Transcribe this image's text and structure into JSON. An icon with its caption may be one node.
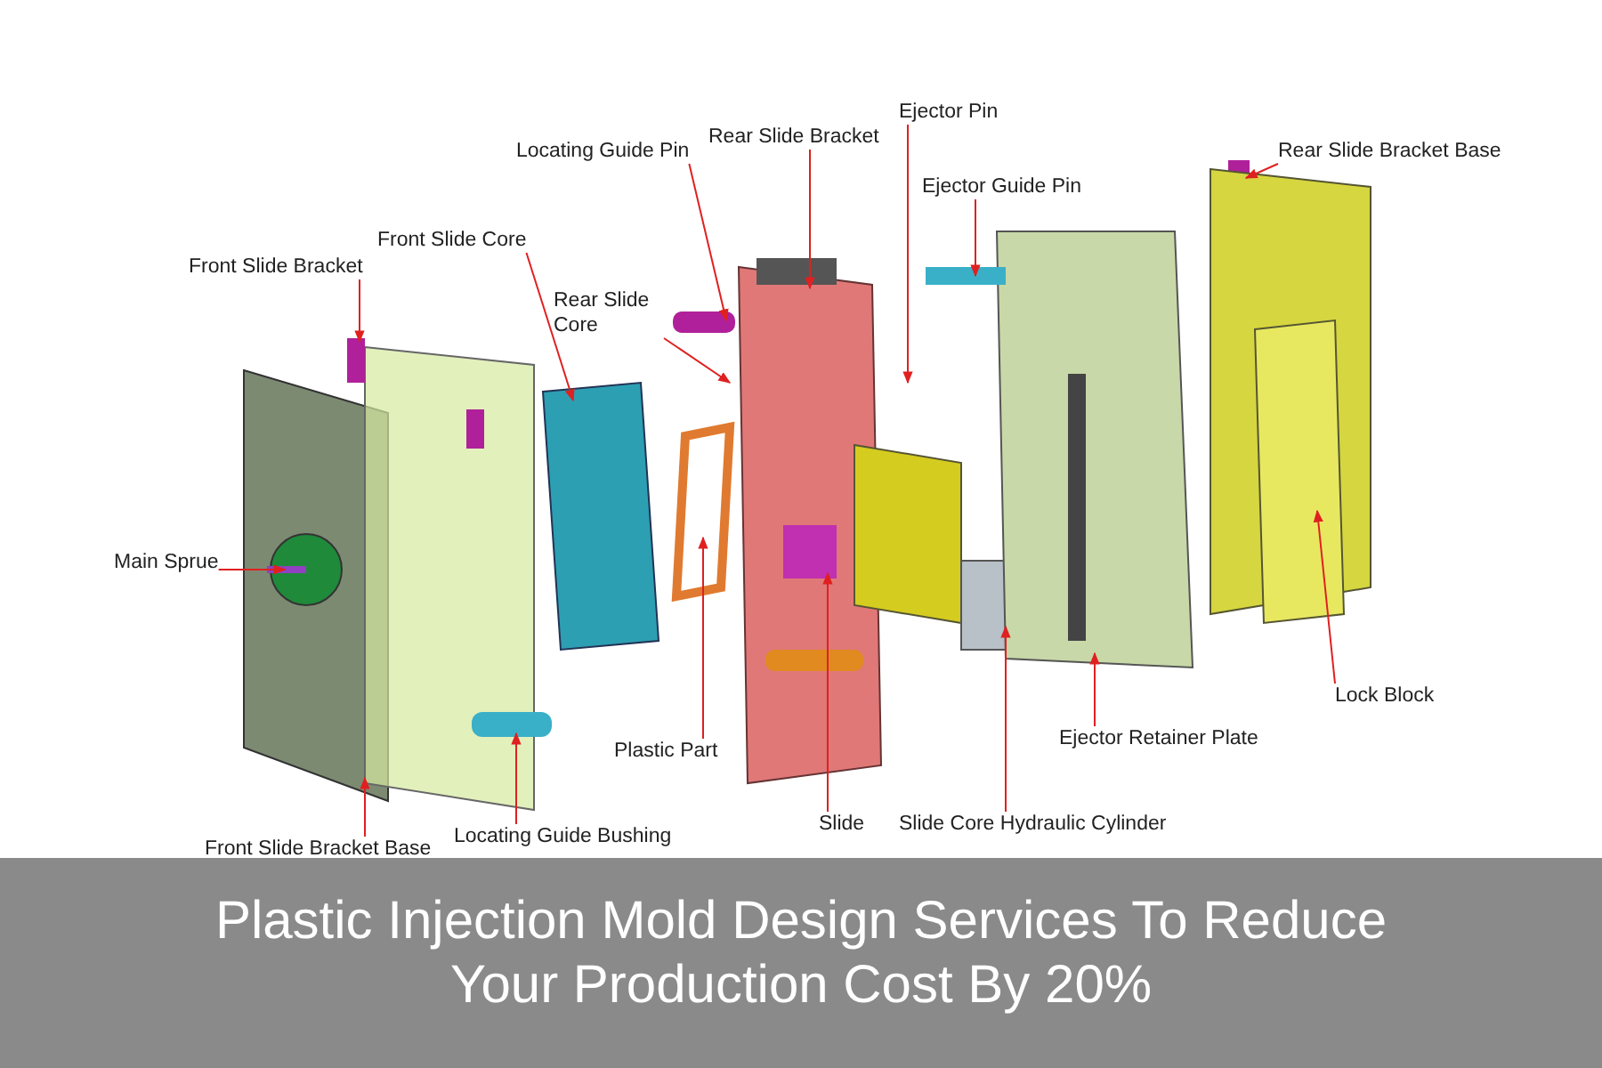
{
  "diagram": {
    "caption": "Plastic Injection Mold Design Services To Reduce Your Production Cost By 20%",
    "nodes": [
      {
        "text": [
          "Locating Guide Pin"
        ]
      },
      {
        "text": [
          "Rear Slide Bracket"
        ]
      },
      {
        "text": [
          "Ejector Pin"
        ]
      },
      {
        "text": [
          "Ejector Guide Pin"
        ]
      },
      {
        "text": [
          "Rear Slide Bracket Base"
        ]
      },
      {
        "text": [
          "Front Slide Core"
        ]
      },
      {
        "text": [
          "Front Slide Bracket"
        ]
      },
      {
        "text": [
          "Rear Slide Core"
        ]
      },
      {
        "text": [
          "Main Sprue"
        ]
      },
      {
        "text": [
          "Plastic Part"
        ]
      },
      {
        "text": [
          "Slide"
        ]
      },
      {
        "text": [
          "Slide Core Hydraulic Cylinder"
        ]
      },
      {
        "text": [
          "Ejector Retainer Plate"
        ]
      },
      {
        "text": [
          "Lock Block"
        ]
      },
      {
        "text": [
          "Front Slide Bracket Base"
        ]
      },
      {
        "text": [
          "Locating Guide Bushing"
        ]
      }
    ],
    "edges": [
      {
        "from": 0,
        "to": null,
        "arrow": "to"
      },
      {
        "from": 1,
        "to": null,
        "arrow": "to"
      },
      {
        "from": 2,
        "to": null,
        "arrow": "to"
      },
      {
        "from": 3,
        "to": null,
        "arrow": "to"
      },
      {
        "from": 4,
        "to": null,
        "arrow": "to"
      },
      {
        "from": 5,
        "to": null,
        "arrow": "to"
      },
      {
        "from": 6,
        "to": null,
        "arrow": "to"
      },
      {
        "from": 7,
        "to": null,
        "arrow": "to"
      },
      {
        "from": 8,
        "to": null,
        "arrow": "to"
      },
      {
        "from": 9,
        "to": null,
        "arrow": "to"
      },
      {
        "from": 10,
        "to": null,
        "arrow": "to"
      },
      {
        "from": 11,
        "to": null,
        "arrow": "to"
      },
      {
        "from": 12,
        "to": null,
        "arrow": "to"
      },
      {
        "from": 13,
        "to": null,
        "arrow": "to"
      },
      {
        "from": 14,
        "to": null,
        "arrow": "to"
      },
      {
        "from": 15,
        "to": null,
        "arrow": "to"
      }
    ]
  }
}
